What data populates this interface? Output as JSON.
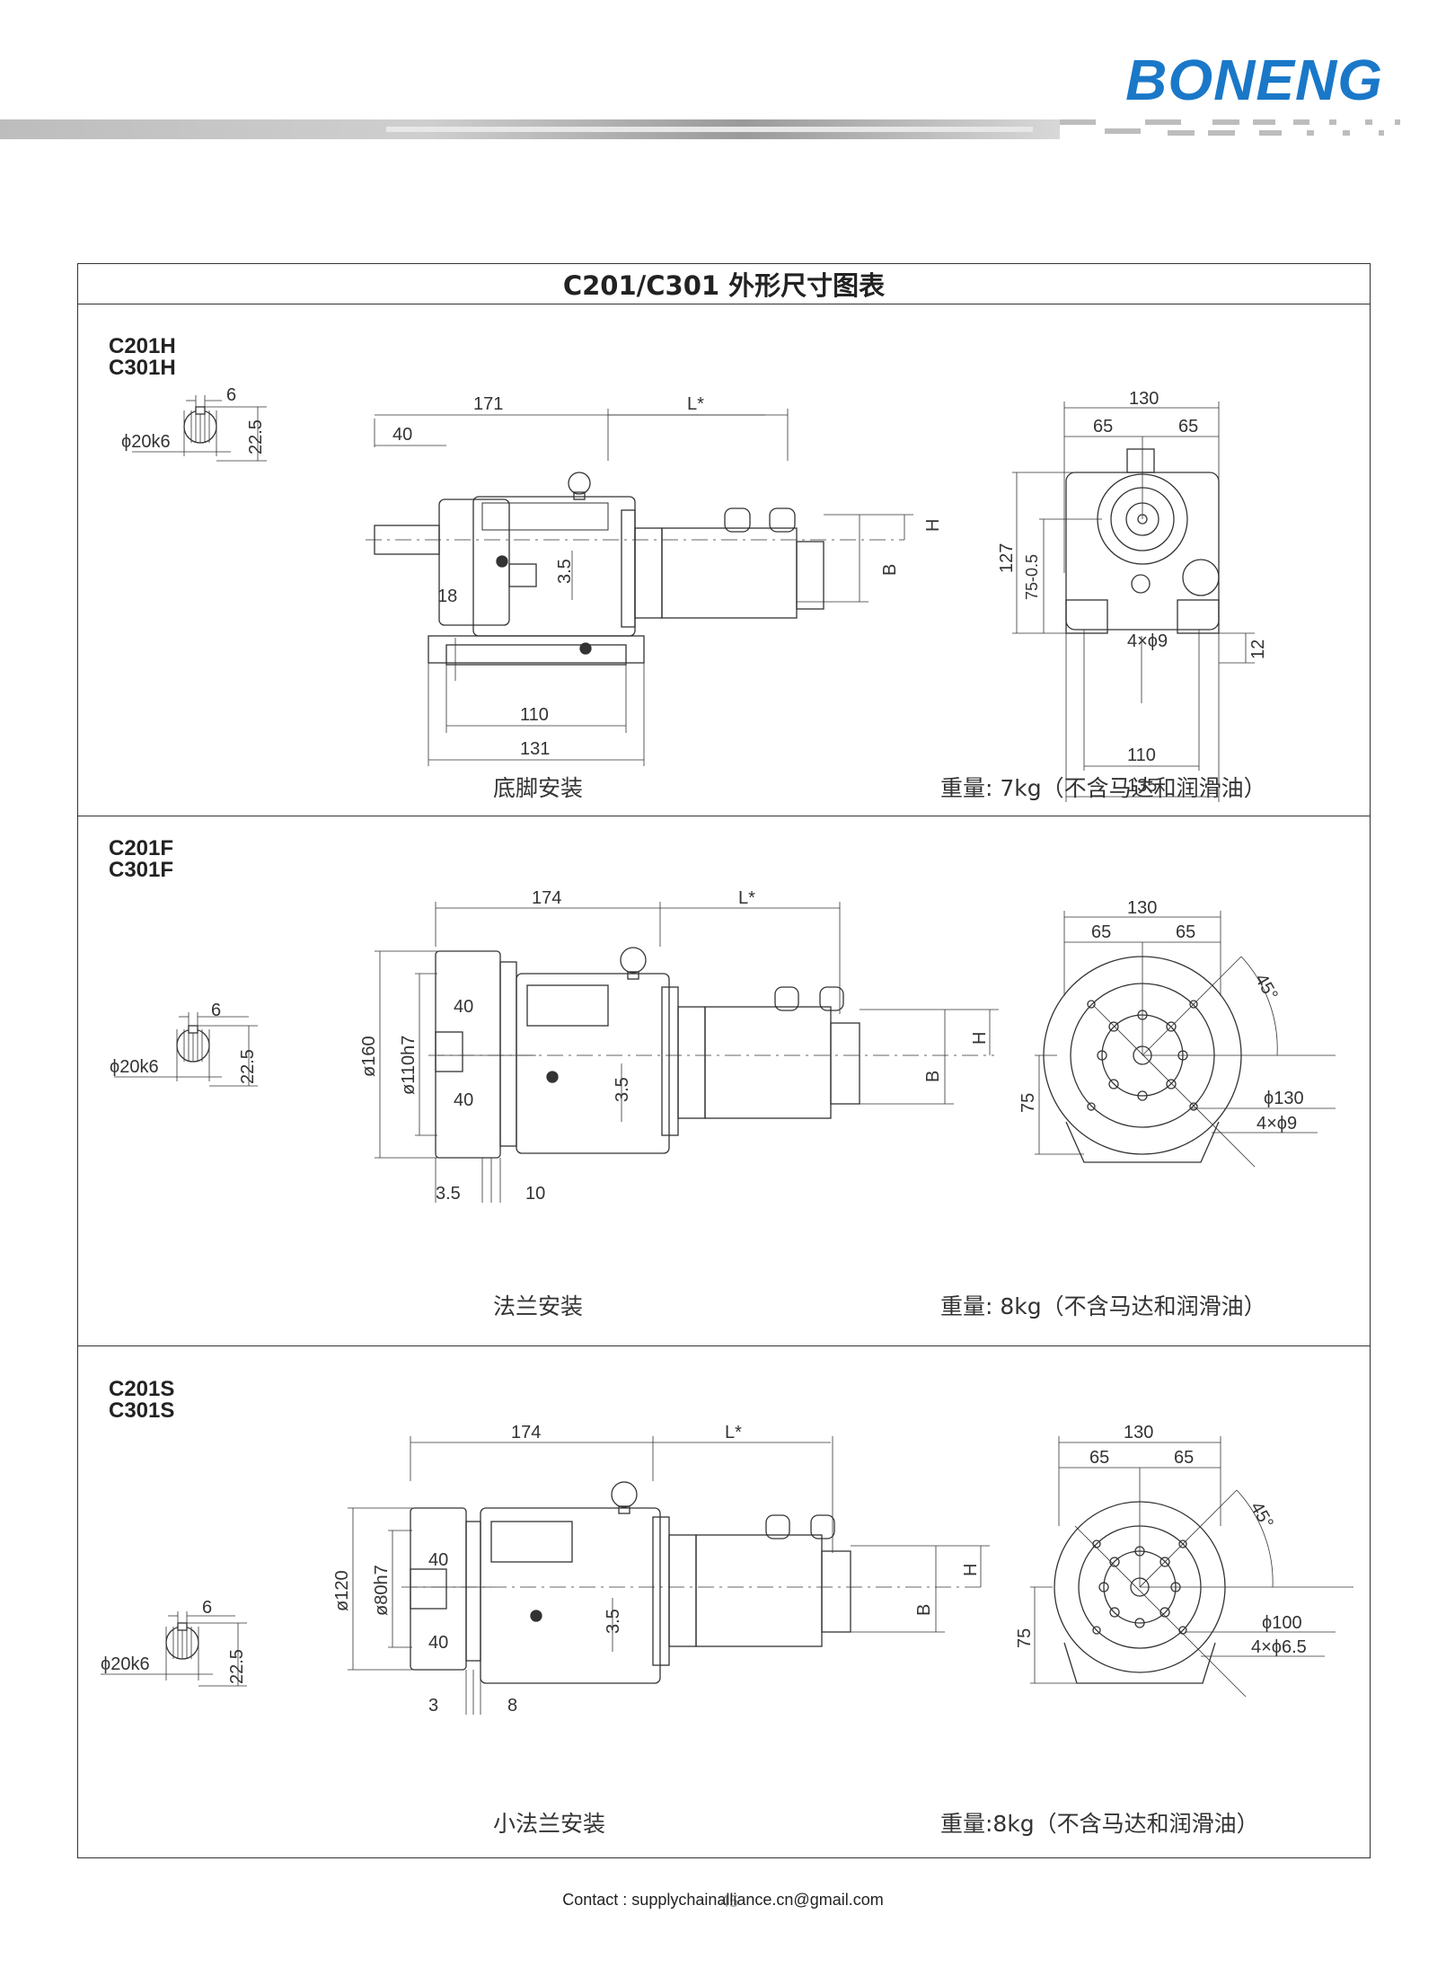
{
  "header": {
    "brand": "BONENG"
  },
  "title": "C201/C301 外形尺寸图表",
  "sections": [
    {
      "models": [
        "C201H",
        "C301H"
      ],
      "mount_caption": "底脚安装",
      "weight_caption": "重量: 7kg（不含马达和润滑油）",
      "shaft": {
        "key": "6",
        "dia": "ϕ20k6",
        "height": "22.5"
      },
      "side": {
        "total": "171",
        "motor": "L*",
        "shaft_len": "40",
        "offset": "3.5",
        "foot": "18",
        "base_in": "110",
        "base_out": "131",
        "h": "H",
        "b": "B"
      },
      "front": {
        "width": "130",
        "half_l": "65",
        "half_r": "65",
        "height": "127",
        "axis": "75-0.5",
        "holes": "4×ϕ9",
        "base_in": "110",
        "base_out": "135",
        "foot_h": "12"
      }
    },
    {
      "models": [
        "C201F",
        "C301F"
      ],
      "mount_caption": "法兰安装",
      "weight_caption": "重量: 8kg（不含马达和润滑油）",
      "shaft": {
        "key": "6",
        "dia": "ϕ20k6",
        "height": "22.5"
      },
      "side": {
        "total": "174",
        "motor": "L*",
        "flange_dia": "ø160",
        "pilot_dia": "ø110h7",
        "shaft_top": "40",
        "shaft_bot": "40",
        "offset": "3.5",
        "flange_t": "3.5",
        "flange_w": "10",
        "h": "H",
        "b": "B"
      },
      "front": {
        "width": "130",
        "half_l": "65",
        "half_r": "65",
        "angle": "45°",
        "pcd": "ϕ130",
        "holes": "4×ϕ9",
        "axis": "75"
      }
    },
    {
      "models": [
        "C201S",
        "C301S"
      ],
      "mount_caption": "小法兰安装",
      "weight_caption": "重量:8kg（不含马达和润滑油）",
      "shaft": {
        "key": "6",
        "dia": "ϕ20k6",
        "height": "22.5"
      },
      "side": {
        "total": "174",
        "motor": "L*",
        "flange_dia": "ø120",
        "pilot_dia": "ø80h7",
        "shaft_top": "40",
        "shaft_bot": "40",
        "offset": "3.5",
        "flange_t": "3",
        "flange_w": "8",
        "h": "H",
        "b": "B"
      },
      "front": {
        "width": "130",
        "half_l": "65",
        "half_r": "65",
        "angle": "45°",
        "pcd": "ϕ100",
        "holes": "4×ϕ6.5",
        "axis": "75"
      }
    }
  ],
  "footer": {
    "contact": "Contact : supplychainalliance.cn@gmail.com",
    "page": "45"
  }
}
